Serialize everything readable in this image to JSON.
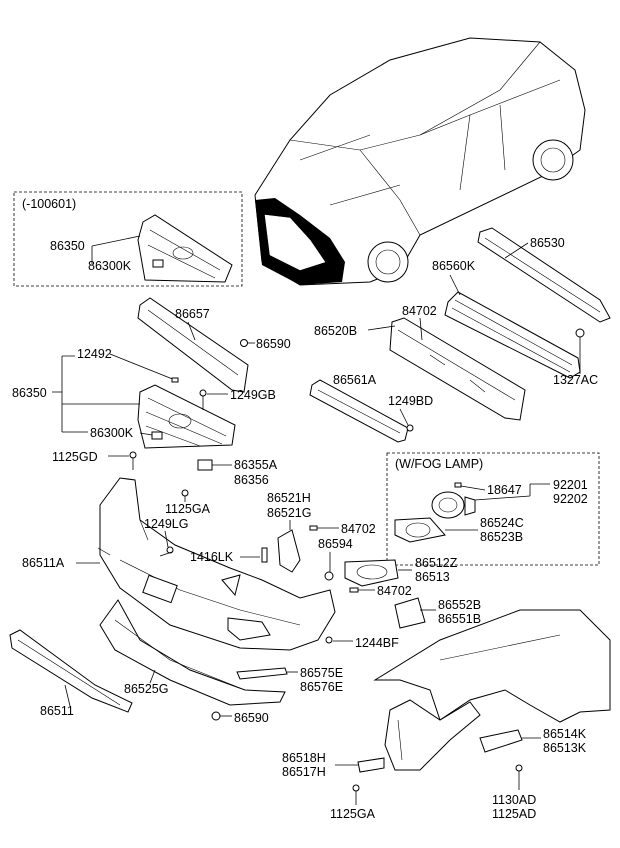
{
  "groups": {
    "early_grille": "(-100601)",
    "fog_lamp": "(W/FOG LAMP)"
  },
  "labels": {
    "l86350_top": "86350",
    "l86300k_top": "86300K",
    "l86530": "86530",
    "l86560k": "86560K",
    "l86657": "86657",
    "l84702_a": "84702",
    "l86520b": "86520B",
    "l86590_a": "86590",
    "l12492": "12492",
    "l1327ac": "1327AC",
    "l86350": "86350",
    "l1249gb": "1249GB",
    "l86561a": "86561A",
    "l1249bd": "1249BD",
    "l86300k": "86300K",
    "l1125gd": "1125GD",
    "l86355a": "86355A",
    "l86356": "86356",
    "l92201": "92201",
    "l92202": "92202",
    "l18647": "18647",
    "l1125ga_a": "1125GA",
    "l86521h": "86521H",
    "l86521g": "86521G",
    "l84702_b": "84702",
    "l1249lg": "1249LG",
    "l86524c": "86524C",
    "l86523b": "86523B",
    "l86594": "86594",
    "l86511a": "86511A",
    "l1416lk": "1416LK",
    "l86512z": "86512Z",
    "l86513": "86513",
    "l84702_c": "84702",
    "l86552b": "86552B",
    "l86551b": "86551B",
    "l1244bf": "1244BF",
    "l86575e": "86575E",
    "l86576e": "86576E",
    "l86511": "86511",
    "l86525g": "86525G",
    "l86590_b": "86590",
    "l86514k": "86514K",
    "l86513k": "86513K",
    "l86518h": "86518H",
    "l86517h": "86517H",
    "l1130ad": "1130AD",
    "l1125ad": "1125AD",
    "l1125ga_b": "1125GA"
  }
}
